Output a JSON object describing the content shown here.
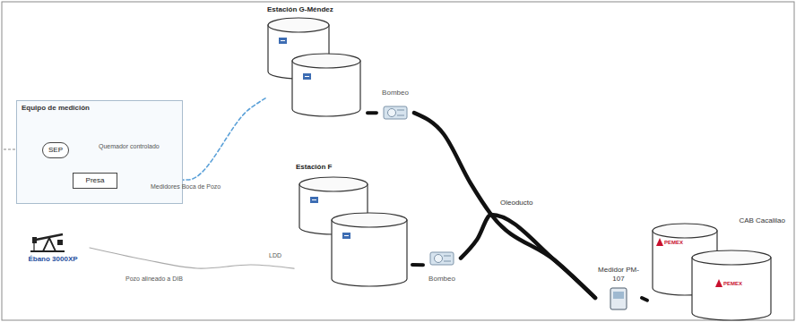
{
  "diagram": {
    "nodes": [
      {
        "text": [
          "Equipo de medición"
        ]
      },
      {
        "text": [
          "SEP"
        ],
        "in": 0
      },
      {
        "text": [
          "Presa"
        ],
        "in": 0
      },
      {
        "text": [
          "Estación G-Méndez"
        ]
      },
      {
        "text": [
          "Bombeo"
        ]
      },
      {
        "text": [
          "Estación F"
        ]
      },
      {
        "text": [
          "Bombeo"
        ]
      },
      {
        "text": [
          "Ébano 3000XP"
        ]
      },
      {
        "text": [
          "Medidor PM-107"
        ]
      },
      {
        "text": [
          "CAB Cacalilao"
        ]
      }
    ],
    "edges": [
      {
        "from": 1,
        "to": 2,
        "arrow": "to"
      },
      {
        "from": 2,
        "to": 3,
        "label": "Medidores Boca de Pozo",
        "arrow": "none"
      },
      {
        "from": 3,
        "to": 4,
        "arrow": "none"
      },
      {
        "from": 4,
        "to": 8,
        "label": "Oleoducto",
        "arrow": "none"
      },
      {
        "from": 7,
        "to": 5,
        "label": "Pozo alineado a DIB",
        "arrow": "none"
      },
      {
        "from": 5,
        "to": 6,
        "arrow": "none"
      },
      {
        "from": 6,
        "to": 8,
        "arrow": "none"
      },
      {
        "from": 8,
        "to": 9,
        "arrow": "none"
      }
    ],
    "labels": [
      "Quemador controlado",
      "LDD",
      "PEMEX",
      "PEMEX"
    ]
  }
}
